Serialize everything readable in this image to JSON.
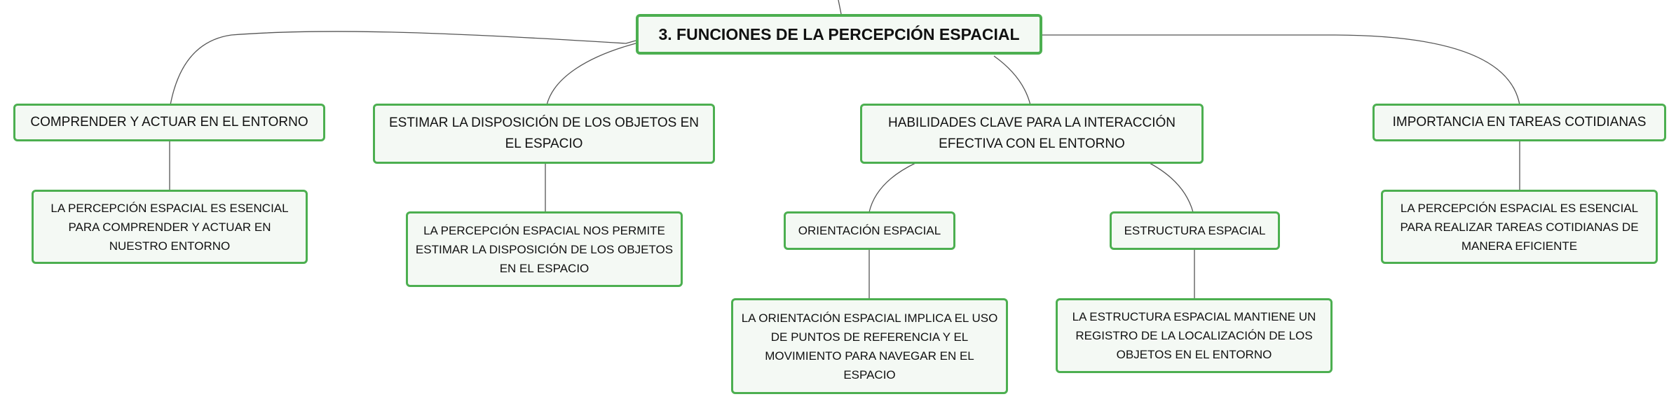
{
  "root": {
    "label": "3. FUNCIONES DE LA PERCEPCIÓN ESPACIAL"
  },
  "branches": {
    "comprender": {
      "label": "COMPRENDER Y ACTUAR EN EL ENTORNO",
      "detail": "LA PERCEPCIÓN ESPACIAL ES ESENCIAL PARA COMPRENDER Y ACTUAR EN NUESTRO ENTORNO"
    },
    "estimar": {
      "label": "ESTIMAR LA DISPOSICIÓN DE LOS OBJETOS EN EL ESPACIO",
      "detail": "LA PERCEPCIÓN ESPACIAL NOS PERMITE ESTIMAR LA DISPOSICIÓN DE LOS OBJETOS EN EL ESPACIO"
    },
    "habilidades": {
      "label": "HABILIDADES CLAVE PARA LA INTERACCIÓN EFECTIVA CON EL ENTORNO",
      "orientacion": {
        "label": "ORIENTACIÓN ESPACIAL",
        "detail": "LA ORIENTACIÓN ESPACIAL IMPLICA EL USO DE PUNTOS DE REFERENCIA Y EL MOVIMIENTO PARA NAVEGAR EN EL ESPACIO"
      },
      "estructura": {
        "label": "ESTRUCTURA ESPACIAL",
        "detail": "LA ESTRUCTURA ESPACIAL MANTIENE UN REGISTRO DE LA LOCALIZACIÓN DE LOS OBJETOS EN EL ENTORNO"
      }
    },
    "importancia": {
      "label": "IMPORTANCIA EN TAREAS COTIDIANAS",
      "detail": "LA PERCEPCIÓN ESPACIAL ES ESENCIAL PARA REALIZAR TAREAS COTIDIANAS DE MANERA EFICIENTE"
    }
  },
  "colors": {
    "node_border": "#4caf50",
    "node_fill": "#f4f9f4",
    "connector": "#555555"
  }
}
